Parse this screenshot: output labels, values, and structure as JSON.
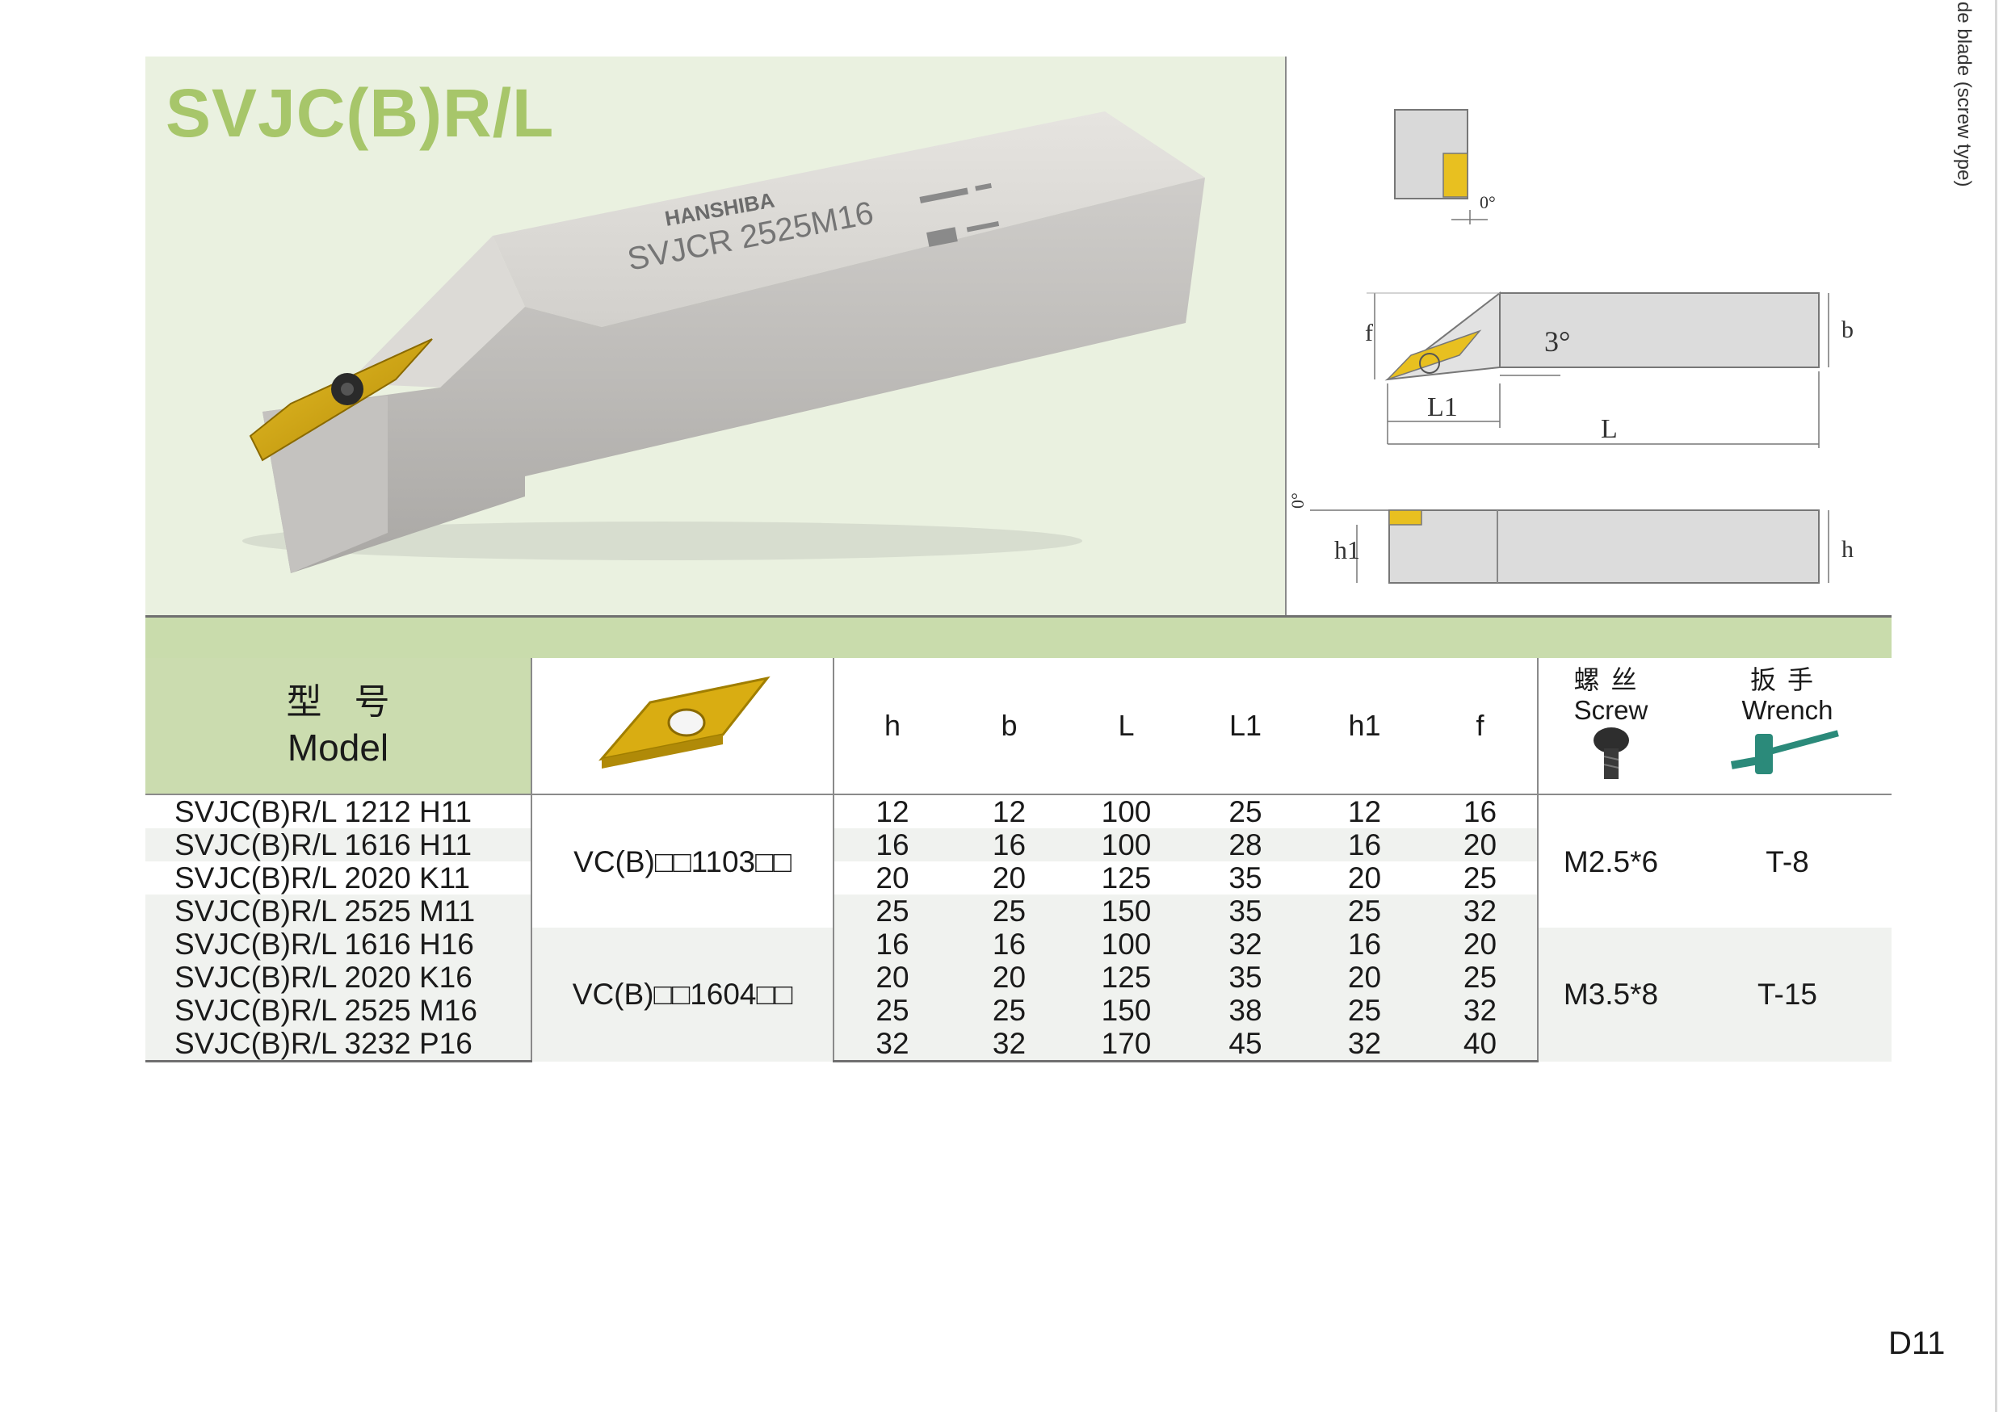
{
  "title": "SVJC(B)R/L",
  "side_text": "de blade (screw type)",
  "tool_engraving": "SVJCR 2525M16",
  "brand_logo_text": "HANSHIBA",
  "drawing_labels": {
    "angle_top": "0°",
    "f": "f",
    "angle_3": "3°",
    "b": "b",
    "L1": "L1",
    "L": "L",
    "angle_side": "0°",
    "h1": "h1",
    "h": "h"
  },
  "table": {
    "header": {
      "model_cn": "型号",
      "model_en": "Model",
      "dims": [
        "h",
        "b",
        "L",
        "L1",
        "h1",
        "f"
      ],
      "screw_cn": "螺丝",
      "screw_en": "Screw",
      "wrench_cn": "扳手",
      "wrench_en": "Wrench"
    },
    "groups": [
      {
        "insert": "VC(B)□□1103□□",
        "screw": "M2.5*6",
        "wrench": "T-8",
        "rows": [
          {
            "model": "SVJC(B)R/L 1212 H11",
            "dims": [
              "12",
              "12",
              "100",
              "25",
              "12",
              "16"
            ]
          },
          {
            "model": "SVJC(B)R/L 1616 H11",
            "dims": [
              "16",
              "16",
              "100",
              "28",
              "16",
              "20"
            ]
          },
          {
            "model": "SVJC(B)R/L 2020 K11",
            "dims": [
              "20",
              "20",
              "125",
              "35",
              "20",
              "25"
            ]
          },
          {
            "model": "SVJC(B)R/L 2525 M11",
            "dims": [
              "25",
              "25",
              "150",
              "35",
              "25",
              "32"
            ]
          }
        ]
      },
      {
        "insert": "VC(B)□□1604□□",
        "screw": "M3.5*8",
        "wrench": "T-15",
        "rows": [
          {
            "model": "SVJC(B)R/L 1616 H16",
            "dims": [
              "16",
              "16",
              "100",
              "32",
              "16",
              "20"
            ]
          },
          {
            "model": "SVJC(B)R/L 2020 K16",
            "dims": [
              "20",
              "20",
              "125",
              "35",
              "20",
              "25"
            ]
          },
          {
            "model": "SVJC(B)R/L 2525 M16",
            "dims": [
              "25",
              "25",
              "150",
              "38",
              "25",
              "32"
            ]
          },
          {
            "model": "SVJC(B)R/L 3232 P16",
            "dims": [
              "32",
              "32",
              "170",
              "45",
              "32",
              "40"
            ]
          }
        ]
      }
    ]
  },
  "page_number": "D11",
  "colors": {
    "title_green": "#a7c66a",
    "panel_bg": "#eaf1e0",
    "band_green": "#c9dcac",
    "insert_gold": "#d9ad12",
    "wrench_teal": "#2b8a7a"
  }
}
